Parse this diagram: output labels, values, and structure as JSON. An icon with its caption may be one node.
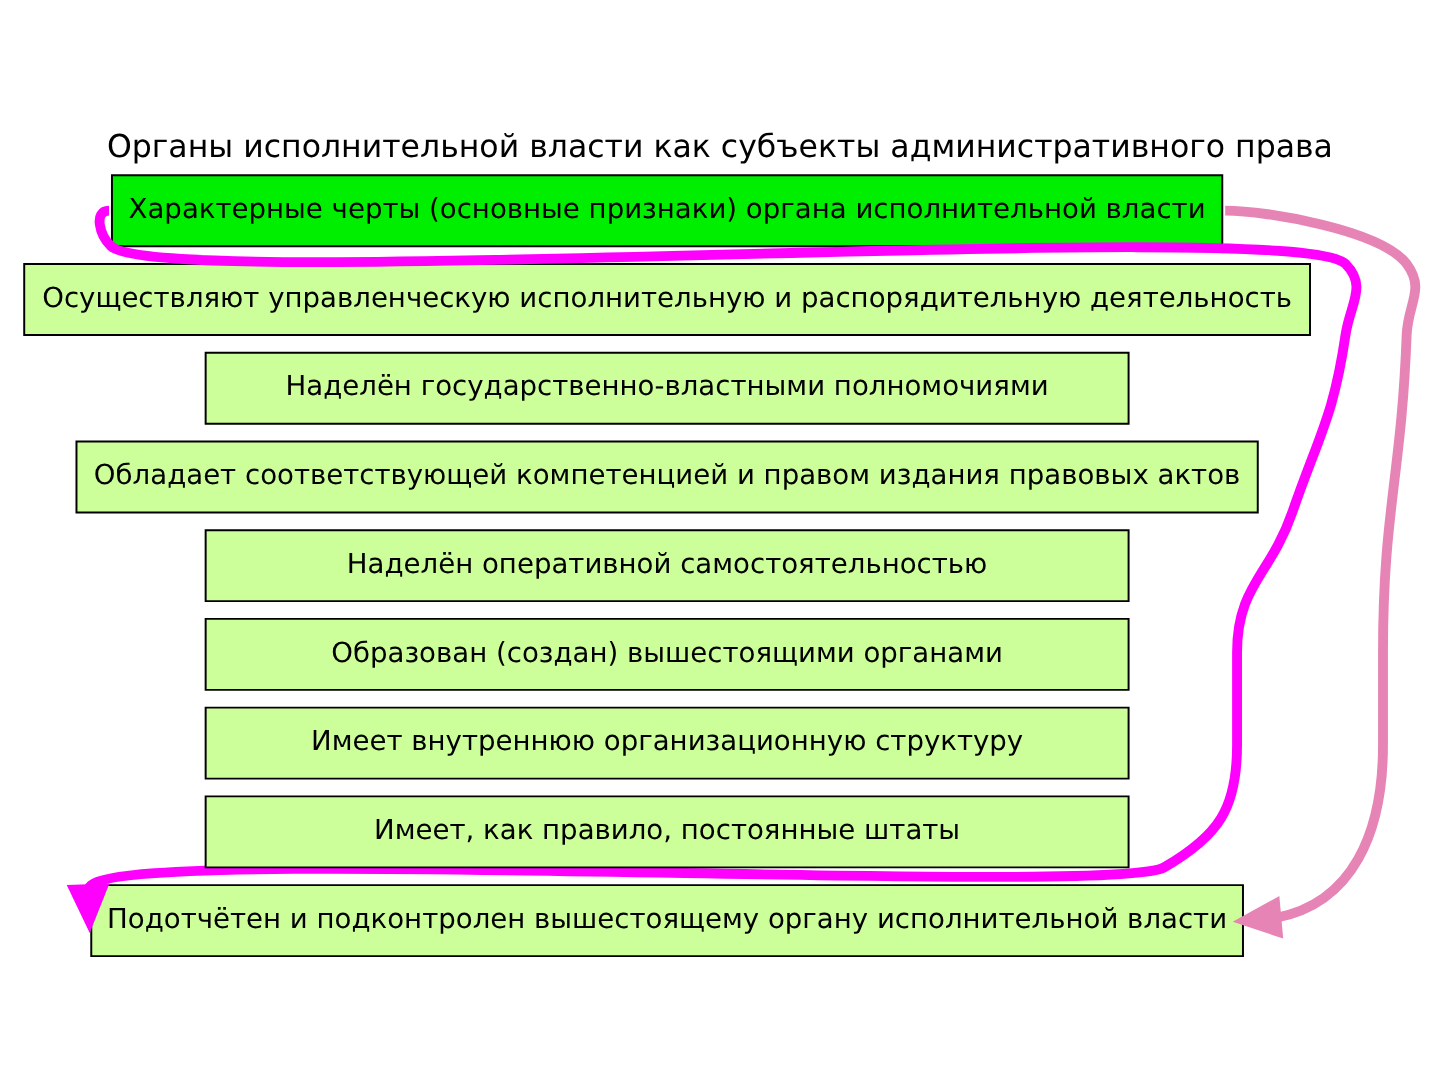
{
  "diagram": {
    "title": "Органы исполнительной власти как субъекты административного права",
    "nodes": [
      {
        "text": [
          "Характерные черты (основные признаки) органа исполнительной власти"
        ]
      },
      {
        "text": [
          "Осуществляют управленческую исполнительную и распорядительную деятельность"
        ]
      },
      {
        "text": [
          "Наделён государственно-властными полномочиями"
        ]
      },
      {
        "text": [
          "Обладает соответствующей компетенцией и правом издания правовых актов"
        ]
      },
      {
        "text": [
          "Наделён оперативной самостоятельностью"
        ]
      },
      {
        "text": [
          "Образован (создан) вышестоящими органами"
        ]
      },
      {
        "text": [
          "Имеет внутреннюю организационную структуру"
        ]
      },
      {
        "text": [
          "Имеет, как правило, постоянные штаты"
        ]
      },
      {
        "text": [
          "Подотчётен и подконтролен вышестоящему органу исполнительной власти"
        ]
      }
    ],
    "edges": [
      {
        "from": 0,
        "to": 8,
        "arrow": "to",
        "color": "#ff00ff"
      },
      {
        "from": 0,
        "to": 8,
        "arrow": "to",
        "color": "#e685b5"
      }
    ]
  }
}
